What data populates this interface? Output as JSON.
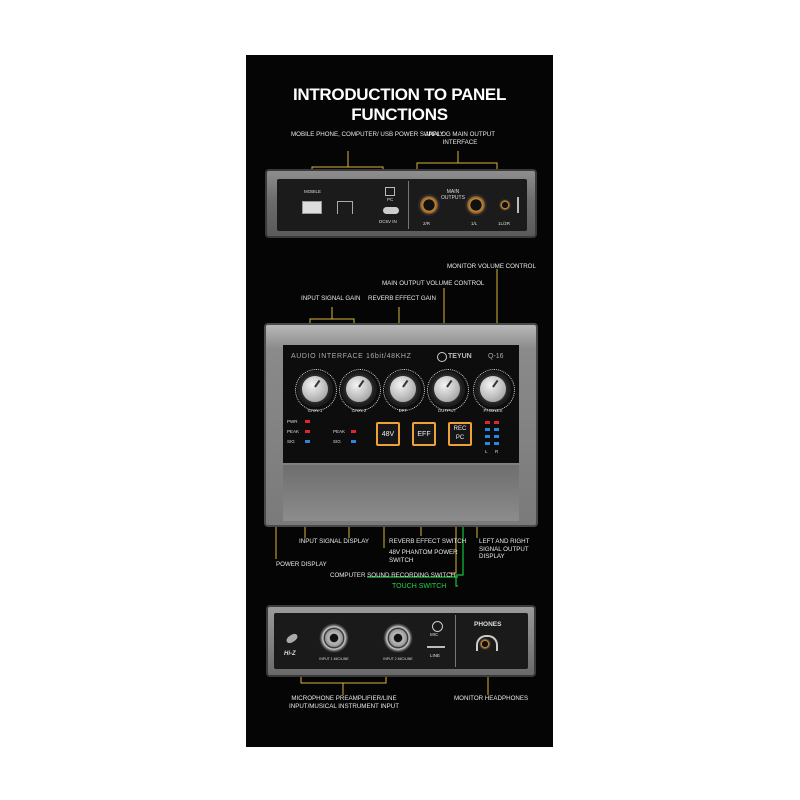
{
  "title": "INTRODUCTION TO PANEL FUNCTIONS",
  "labels": {
    "power_supply": "MOBILE PHONE, COMPUTER/ USB POWER SUPPLY",
    "analog_out": "ANALOG MAIN OUTPUT INTERFACE",
    "monitor_volume": "MONITOR VOLUME CONTROL",
    "main_volume": "MAIN OUTPUT VOLUME CONTROL",
    "input_gain": "INPUT SIGNAL GAIN",
    "reverb_gain": "REVERB EFFECT GAIN",
    "input_display": "INPUT SIGNAL DISPLAY",
    "reverb_switch": "REVERB EFFECT SWITCH",
    "phantom_switch": "48V PHANTOM POWER SWITCH",
    "lr_display": "LEFT AND RIGHT SIGNAL OUTPUT DISPLAY",
    "power_display": "POWER DISPLAY",
    "rec_switch": "COMPUTER SOUND RECORDING SWITCH",
    "touch_switch": "TOUCH SWITCH",
    "preamp_input": "MICROPHONE PREAMPLIFIER/LINE INPUT/MUSICAL INSTRUMENT INPUT",
    "monitor_headphones": "MONITOR HEADPHONES"
  },
  "rear_panel": {
    "mobile": "MOBILE",
    "pc": "PC",
    "dc": "DC5V IN",
    "main_outputs": "MAIN OUTPUTS",
    "out_2r": "2/R",
    "out_1l": "1/L",
    "out_1l2r": "1L/2R"
  },
  "top_panel": {
    "model_text": "AUDIO INTERFACE 16bit/48KHZ",
    "brand": "TEYUN",
    "model": "Q-16",
    "knobs": [
      "GAIN 1",
      "GAIN 2",
      "EFF",
      "OUTPUT",
      "PHONES"
    ],
    "pwr": "PWR",
    "peak": "PEAK",
    "sig": "SIG",
    "btn_48v": "48V",
    "btn_eff": "EFF",
    "btn_rec": "REC PC",
    "left": "L",
    "right": "R"
  },
  "front_panel": {
    "hiz": "Hi-Z",
    "mic": "MIC",
    "line": "LINE",
    "phones": "PHONES",
    "input1": "INPUT 1 MIC/LINE",
    "input2": "INPUT 2 MIC/LINE"
  },
  "colors": {
    "accent_line": "#d9b43a",
    "touch_green": "#19c23a",
    "button_border": "#f0a038",
    "led_red": "#e0262a",
    "led_blue": "#2a86e0"
  }
}
